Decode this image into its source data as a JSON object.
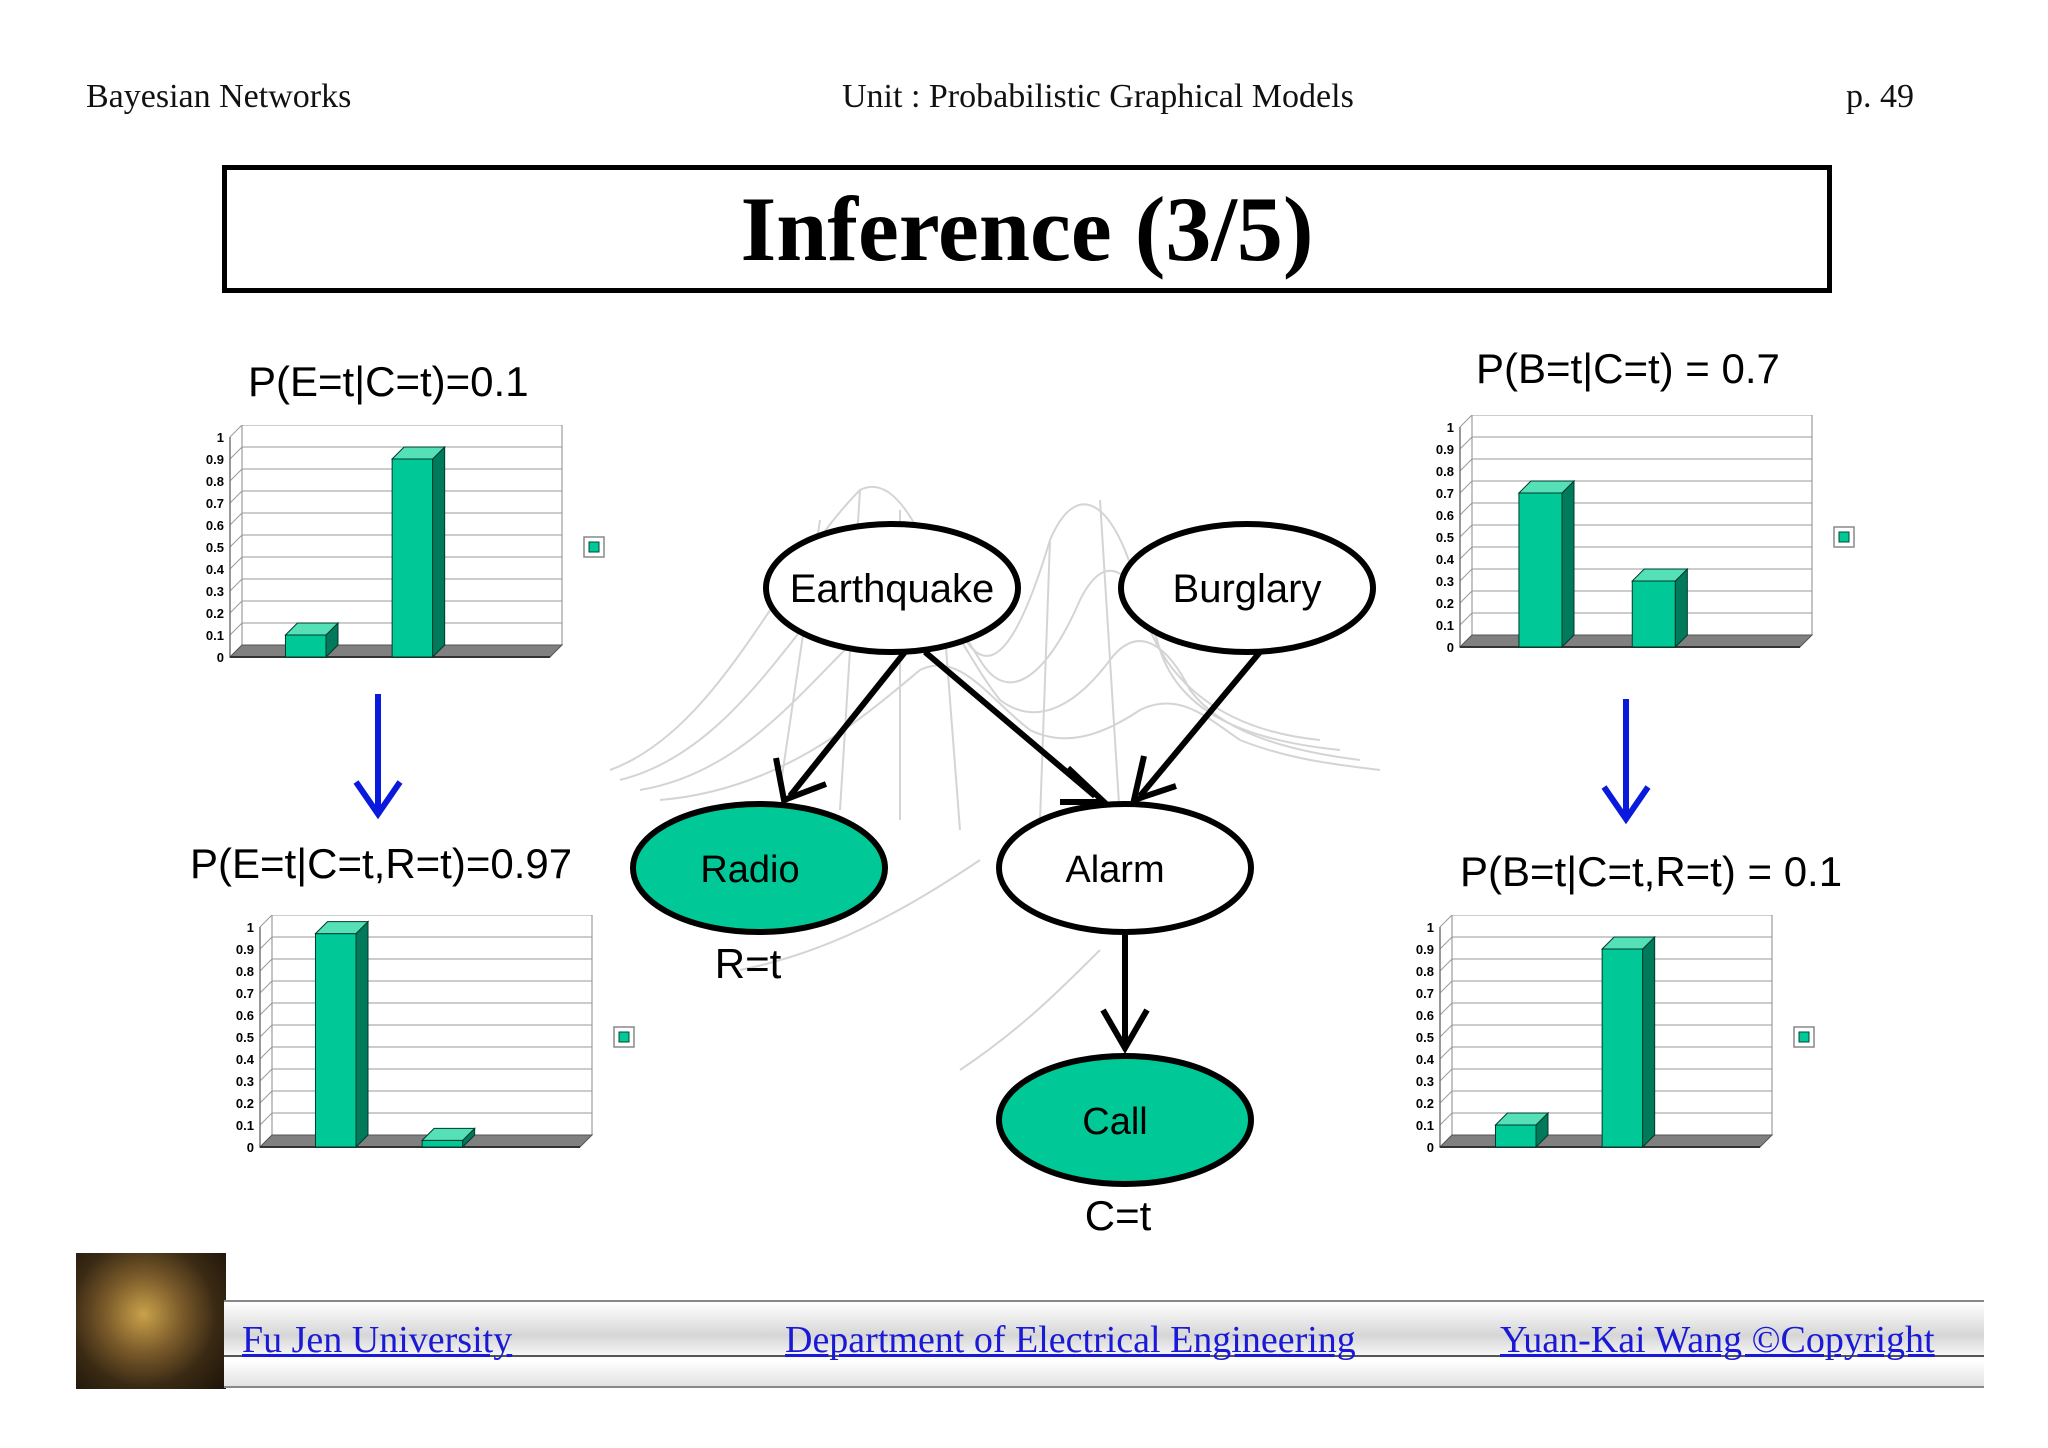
{
  "header": {
    "left": "Bayesian Networks",
    "center": "Unit : Probabilistic Graphical Models",
    "page_label": "p.",
    "page_number": "49"
  },
  "title": "Inference (3/5)",
  "probabilities": {
    "e_given_c": "P(E=t|C=t)=0.1",
    "e_given_cr": "P(E=t|C=t,R=t)=0.97",
    "b_given_c": "P(B=t|C=t) = 0.7",
    "b_given_cr": "P(B=t|C=t,R=t) = 0.1"
  },
  "network": {
    "nodes": {
      "earthquake": "Earthquake",
      "burglary": "Burglary",
      "radio": "Radio",
      "alarm": "Alarm",
      "call": "Call"
    },
    "evidence": {
      "radio": "R=t",
      "call": "C=t"
    },
    "colors": {
      "evidence_fill": "#00c896",
      "node_fill": "#ffffff",
      "arrow": "#000000",
      "update_arrow": "#0a1adc"
    }
  },
  "chart_data": [
    {
      "type": "bar",
      "categories": [
        "",
        ""
      ],
      "values": [
        0.1,
        0.9
      ],
      "ylim": [
        0,
        1
      ],
      "yticks": [
        "0",
        "0.1",
        "0.2",
        "0.3",
        "0.4",
        "0.5",
        "0.6",
        "0.7",
        "0.8",
        "0.9",
        "1"
      ],
      "grid": true,
      "legend": "right"
    },
    {
      "type": "bar",
      "categories": [
        "",
        ""
      ],
      "values": [
        0.97,
        0.03
      ],
      "ylim": [
        0,
        1
      ],
      "yticks": [
        "0",
        "0.1",
        "0.2",
        "0.3",
        "0.4",
        "0.5",
        "0.6",
        "0.7",
        "0.8",
        "0.9",
        "1"
      ],
      "grid": true,
      "legend": "right"
    },
    {
      "type": "bar",
      "categories": [
        "",
        ""
      ],
      "values": [
        0.7,
        0.3
      ],
      "ylim": [
        0,
        1
      ],
      "yticks": [
        "0",
        "0.1",
        "0.2",
        "0.3",
        "0.4",
        "0.5",
        "0.6",
        "0.7",
        "0.8",
        "0.9",
        "1"
      ],
      "grid": true,
      "legend": "right"
    },
    {
      "type": "bar",
      "categories": [
        "",
        ""
      ],
      "values": [
        0.1,
        0.9
      ],
      "ylim": [
        0,
        1
      ],
      "yticks": [
        "0",
        "0.1",
        "0.2",
        "0.3",
        "0.4",
        "0.5",
        "0.6",
        "0.7",
        "0.8",
        "0.9",
        "1"
      ],
      "grid": true,
      "legend": "right"
    }
  ],
  "chart_colors": {
    "bar_front": "#00c896",
    "bar_side": "#007a5a",
    "bar_top": "#55e0b8",
    "floor": "#808080"
  },
  "footer": {
    "university": "Fu Jen University",
    "department": "Department of Electrical Engineering",
    "copyright": "Yuan-Kai Wang ©Copyright"
  }
}
